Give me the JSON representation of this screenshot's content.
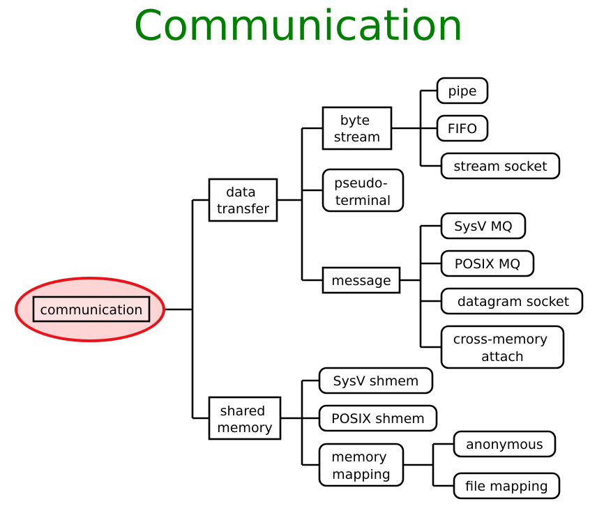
{
  "title": "Communication",
  "root": {
    "label": "communication"
  },
  "level1": {
    "data_transfer": [
      "data",
      "transfer"
    ],
    "shared_memory": [
      "shared",
      "memory"
    ]
  },
  "data_transfer_children": {
    "byte_stream": [
      "byte",
      "stream"
    ],
    "pseudo_terminal": [
      "pseudo-",
      "terminal"
    ],
    "message": [
      "message"
    ]
  },
  "byte_stream_children": [
    "pipe",
    "FIFO",
    "stream socket"
  ],
  "message_children": {
    "sysv_mq": [
      "SysV MQ"
    ],
    "posix_mq": [
      "POSIX MQ"
    ],
    "datagram_socket": [
      "datagram socket"
    ],
    "cross_memory_attach": [
      "cross-memory",
      "attach"
    ]
  },
  "shared_memory_children": {
    "sysv_shmem": [
      "SysV shmem"
    ],
    "posix_shmem": [
      "POSIX shmem"
    ],
    "memory_mapping": [
      "memory",
      "mapping"
    ]
  },
  "memory_mapping_children": [
    "anonymous",
    "file mapping"
  ]
}
